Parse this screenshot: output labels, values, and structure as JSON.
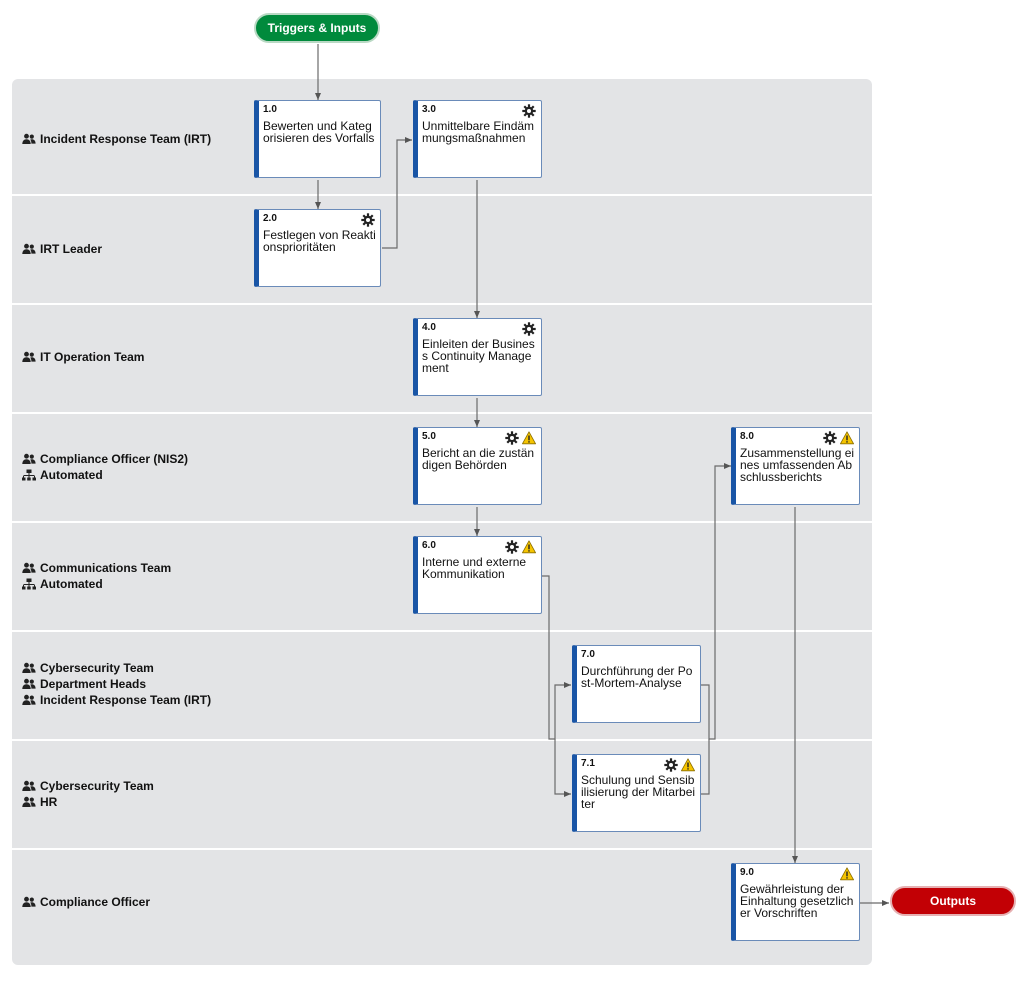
{
  "start": {
    "label": "Triggers & Inputs"
  },
  "end": {
    "label": "Outputs"
  },
  "lanes": [
    {
      "lines": [
        {
          "icon": "people-icon",
          "text": "Incident Response Team (IRT)"
        }
      ]
    },
    {
      "lines": [
        {
          "icon": "people-icon",
          "text": "IRT Leader"
        }
      ]
    },
    {
      "lines": [
        {
          "icon": "people-icon",
          "text": "IT Operation Team"
        }
      ]
    },
    {
      "lines": [
        {
          "icon": "people-icon",
          "text": "Compliance Officer (NIS2)"
        },
        {
          "icon": "system-icon",
          "text": "Automated"
        }
      ]
    },
    {
      "lines": [
        {
          "icon": "people-icon",
          "text": "Communications Team"
        },
        {
          "icon": "system-icon",
          "text": "Automated"
        }
      ]
    },
    {
      "lines": [
        {
          "icon": "people-icon",
          "text": "Cybersecurity Team"
        },
        {
          "icon": "people-icon",
          "text": "Department Heads"
        },
        {
          "icon": "people-icon",
          "text": "Incident Response Team (IRT)"
        }
      ]
    },
    {
      "lines": [
        {
          "icon": "people-icon",
          "text": "Cybersecurity Team"
        },
        {
          "icon": "people-icon",
          "text": "HR"
        }
      ]
    },
    {
      "lines": [
        {
          "icon": "people-icon",
          "text": "Compliance Officer"
        }
      ]
    }
  ],
  "tasks": {
    "t10": {
      "num": "1.0",
      "text": "Bewerten und Kategorisieren des Vorfalls",
      "icons": []
    },
    "t20": {
      "num": "2.0",
      "text": "Festlegen von Reaktionsprioritäten",
      "icons": [
        "gear-icon"
      ]
    },
    "t30": {
      "num": "3.0",
      "text": "Unmittelbare Eindämmungsmaßnahmen",
      "icons": [
        "gear-icon"
      ]
    },
    "t40": {
      "num": "4.0",
      "text": "Einleiten der Business Continuity Management",
      "icons": [
        "gear-icon"
      ]
    },
    "t50": {
      "num": "5.0",
      "text": "Bericht an die zuständigen Behörden",
      "icons": [
        "gear-icon",
        "warning-icon"
      ]
    },
    "t60": {
      "num": "6.0",
      "text": "Interne und externe Kommunikation",
      "icons": [
        "gear-icon",
        "warning-icon"
      ]
    },
    "t70": {
      "num": "7.0",
      "text": "Durchführung der Post-Mortem-Analyse",
      "icons": []
    },
    "t71": {
      "num": "7.1",
      "text": "Schulung und Sensibilisierung der Mitarbeiter",
      "icons": [
        "gear-icon",
        "warning-icon"
      ]
    },
    "t80": {
      "num": "8.0",
      "text": "Zusammenstellung eines umfassenden Abschlussberichts",
      "icons": [
        "gear-icon",
        "warning-icon"
      ]
    },
    "t90": {
      "num": "9.0",
      "text": "Gewährleistung der Einhaltung gesetzlicher Vorschriften",
      "icons": [
        "warning-icon"
      ]
    }
  },
  "colors": {
    "start": "#008a3c",
    "end": "#c20005",
    "task_accent": "#1955a6",
    "lane_bg": "#e3e4e6",
    "warning": "#f5c400"
  }
}
